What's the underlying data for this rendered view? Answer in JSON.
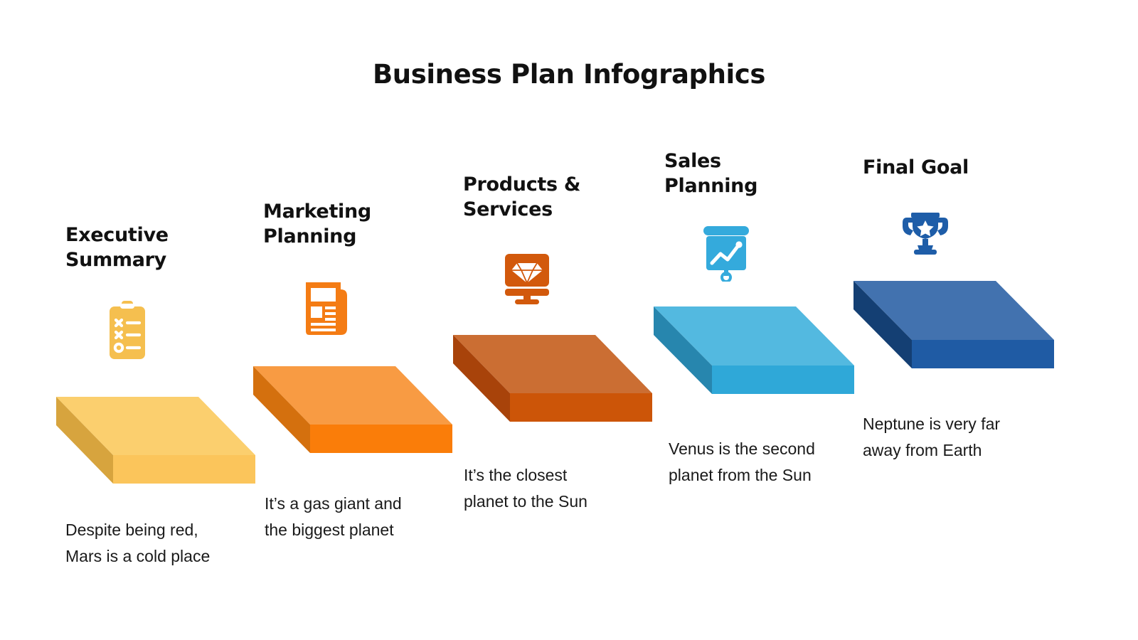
{
  "title": "Business Plan Infographics",
  "palette": {
    "step1_top": "#FBCF6E",
    "step1_left": "#D7A43E",
    "step1_front": "#FBC55B",
    "step1_icon": "#F5BF4F",
    "step2_top": "#F89B43",
    "step2_left": "#D4700E",
    "step2_front": "#FA7D09",
    "step2_icon": "#F47C14",
    "step3_top": "#CB6E33",
    "step3_left": "#A8430A",
    "step3_front": "#CC5508",
    "step3_icon": "#D2590C",
    "step4_top": "#53B9E0",
    "step4_left": "#2786AE",
    "step4_front": "#2FA8D8",
    "step4_icon": "#34AADC",
    "step5_top": "#4272AF",
    "step5_left": "#143F73",
    "step5_front": "#1F5BA4",
    "step5_icon": "#1E5DA8",
    "text": "#111111"
  },
  "steps": [
    {
      "index": 1,
      "heading": "Executive\nSummary",
      "caption": "Despite being red,\nMars is a cold place",
      "icon_name": "clipboard-checklist-icon"
    },
    {
      "index": 2,
      "heading": "Marketing\nPlanning",
      "caption": "It’s a gas giant and\nthe biggest planet",
      "icon_name": "newspaper-icon"
    },
    {
      "index": 3,
      "heading": "Products &\nServices",
      "caption": "It’s the closest\nplanet to the Sun",
      "icon_name": "monitor-diamond-icon"
    },
    {
      "index": 4,
      "heading": "Sales\nPlanning",
      "caption": "Venus is the second\nplanet from the Sun",
      "icon_name": "presentation-chart-icon"
    },
    {
      "index": 5,
      "heading": "Final Goal",
      "caption": "Neptune is very far\naway from Earth",
      "icon_name": "trophy-star-icon"
    }
  ]
}
